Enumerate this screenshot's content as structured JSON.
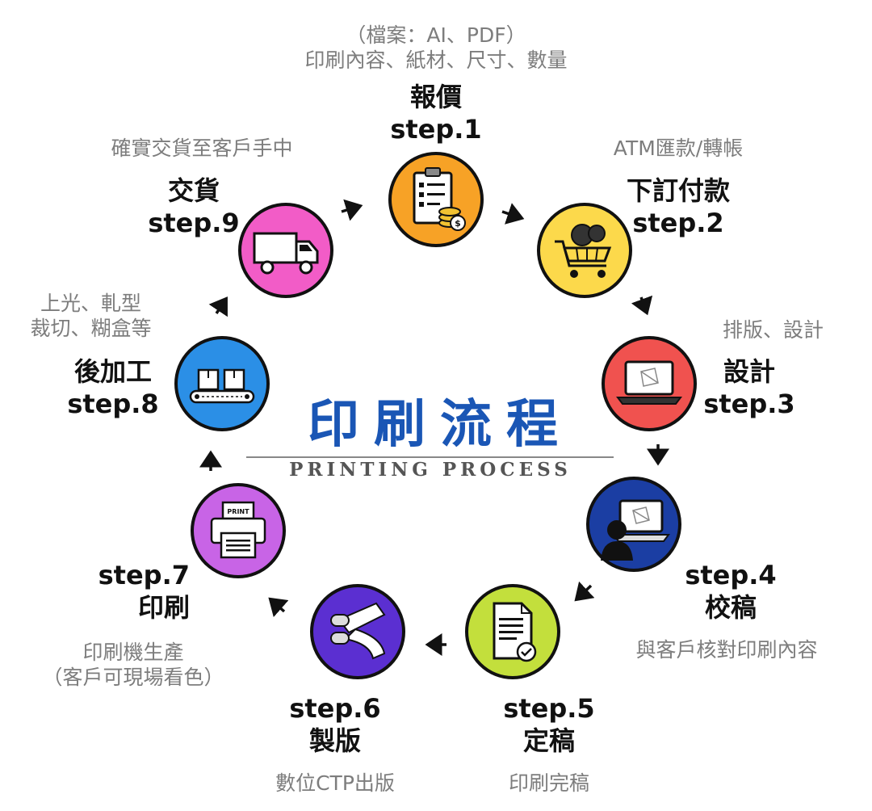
{
  "title": "印刷流程",
  "subtitle": "PRINTING PROCESS",
  "steps": {
    "s1": {
      "label": "step.1",
      "name": "報價",
      "desc": [
        "（檔案：AI、PDF）",
        "印刷內容、紙材、尺寸、數量"
      ],
      "color": "#f7a226",
      "icon": "clipboard-coins-icon"
    },
    "s2": {
      "label": "step.2",
      "name": "下訂付款",
      "desc": [
        "ATM匯款/轉帳"
      ],
      "color": "#fcd94b",
      "icon": "shopping-cart-icon"
    },
    "s3": {
      "label": "step.3",
      "name": "設計",
      "desc": [
        "排版、設計"
      ],
      "color": "#f0524f",
      "icon": "laptop-design-icon"
    },
    "s4": {
      "label": "step.4",
      "name": "校稿",
      "desc": [
        "與客戶核對印刷內容"
      ],
      "color": "#1b3ea3",
      "icon": "person-laptop-icon"
    },
    "s5": {
      "label": "step.5",
      "name": "定稿",
      "desc": [
        "印刷完稿"
      ],
      "color": "#c3df3c",
      "icon": "approved-document-icon"
    },
    "s6": {
      "label": "step.6",
      "name": "製版",
      "desc": [
        "數位CTP出版"
      ],
      "color": "#5b2fd1",
      "icon": "paper-roll-icon"
    },
    "s7": {
      "label": "step.7",
      "name": "印刷",
      "desc": [
        "印刷機生產",
        "（客戶可現場看色）"
      ],
      "color": "#c864e6",
      "icon": "printer-icon",
      "print_text": "PRINT"
    },
    "s8": {
      "label": "step.8",
      "name": "後加工",
      "desc": [
        "上光、軋型",
        "裁切、糊盒等"
      ],
      "color": "#2b8fe6",
      "icon": "conveyor-boxes-icon"
    },
    "s9": {
      "label": "step.9",
      "name": "交貨",
      "desc": [
        "確實交貨至客戶手中"
      ],
      "color": "#f25cc7",
      "icon": "delivery-truck-icon"
    }
  }
}
